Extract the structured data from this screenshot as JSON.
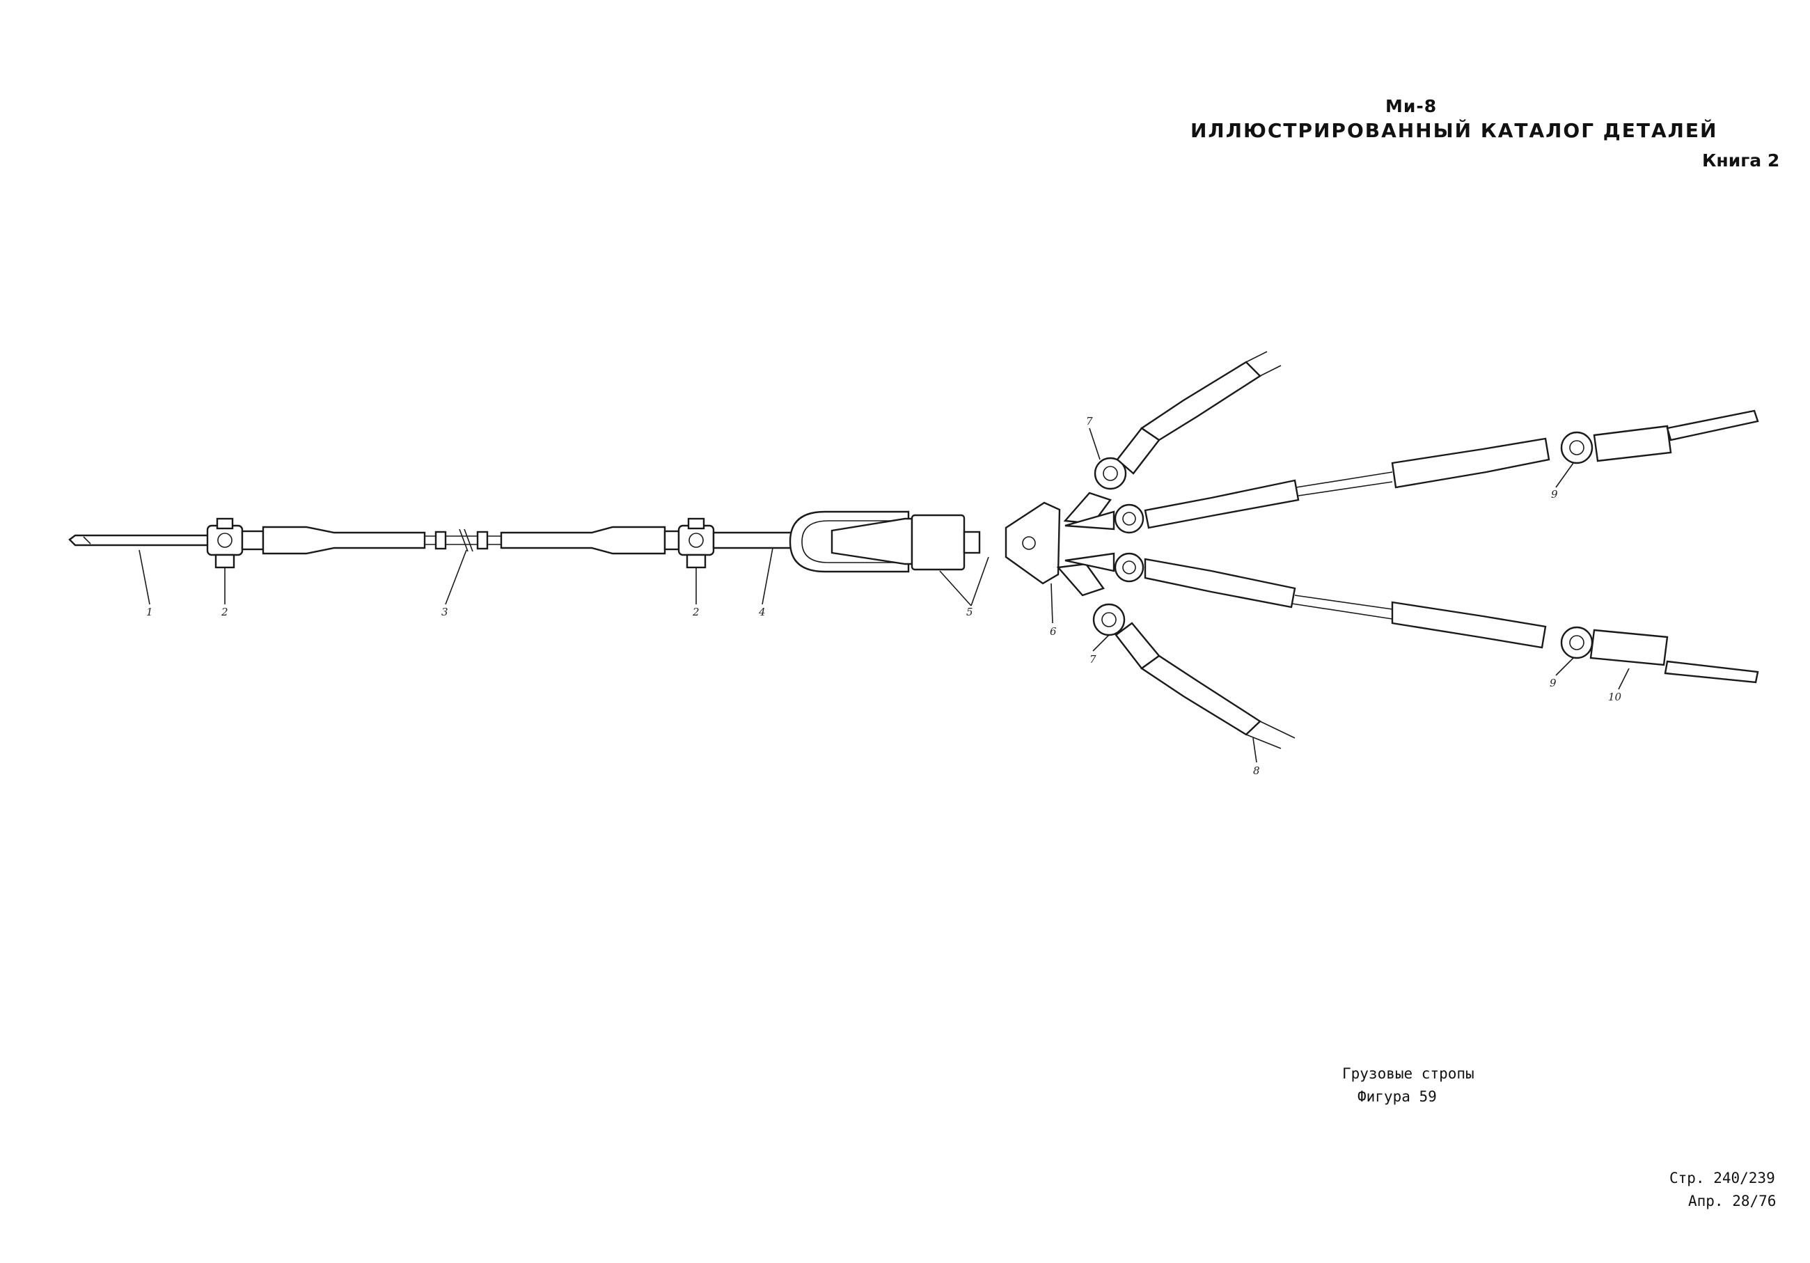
{
  "header": {
    "model": "Ми-8",
    "catalog_title": "ИЛЛЮСТРИРОВАННЫЙ КАТАЛОГ ДЕТАЛЕЙ",
    "book": "Книга 2"
  },
  "figure": {
    "caption": "Грузовые стропы",
    "number_label": "Фигура 59",
    "callouts": [
      "1",
      "2",
      "3",
      "2",
      "4",
      "5",
      "6",
      "7",
      "7",
      "8",
      "9",
      "9",
      "10"
    ]
  },
  "footer": {
    "page": "Стр. 240/239",
    "revision": "Апр. 28/76"
  }
}
